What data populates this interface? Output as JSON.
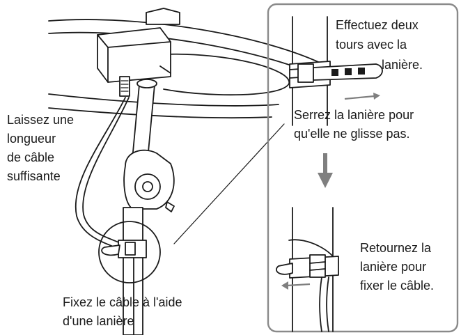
{
  "left_labels": {
    "cable_slack": [
      "Laissez une",
      "longueur",
      "de câble",
      "suffisante"
    ],
    "fix_cable": [
      "Fixez le câble à l'aide",
      "d'une lanière"
    ]
  },
  "panel": {
    "step1": [
      "Effectuez deux",
      "tours avec la",
      "lanière."
    ],
    "step2": [
      "Serrez la lanière pour",
      "qu'elle ne glisse pas."
    ],
    "step3": [
      "Retournez la",
      "lanière pour",
      "fixer le câble."
    ]
  },
  "colors": {
    "arrow_grey": "#7f7f7f",
    "panel_border": "#8a8a8a"
  }
}
